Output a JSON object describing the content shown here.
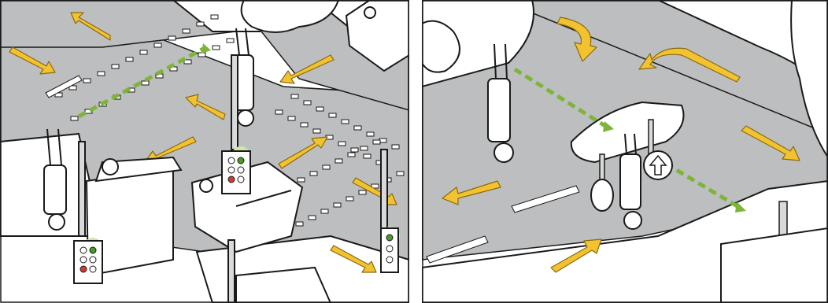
{
  "panels": [
    {
      "id": "left",
      "scene": "four-way-intersection",
      "traffic_lights": [
        {
          "lit": "green",
          "also_lit": "red"
        },
        {
          "lit": "green",
          "also_lit": "red"
        },
        {
          "lit": "green"
        }
      ]
    },
    {
      "id": "right",
      "scene": "mid-block-crossing-with-refuge-island",
      "signs": [
        "keep-straight-arrow-sign"
      ]
    }
  ],
  "colors": {
    "road": "#bdbebf",
    "arrow": "#f2c230",
    "arrow_outline": "#8a6a10",
    "crossing_path": "#7fb43a",
    "line": "#1a1a1a",
    "white": "#ffffff",
    "signal_red": "#d43a2a",
    "signal_green": "#4a9a2a",
    "signal_glow": "#cfe8a8"
  }
}
